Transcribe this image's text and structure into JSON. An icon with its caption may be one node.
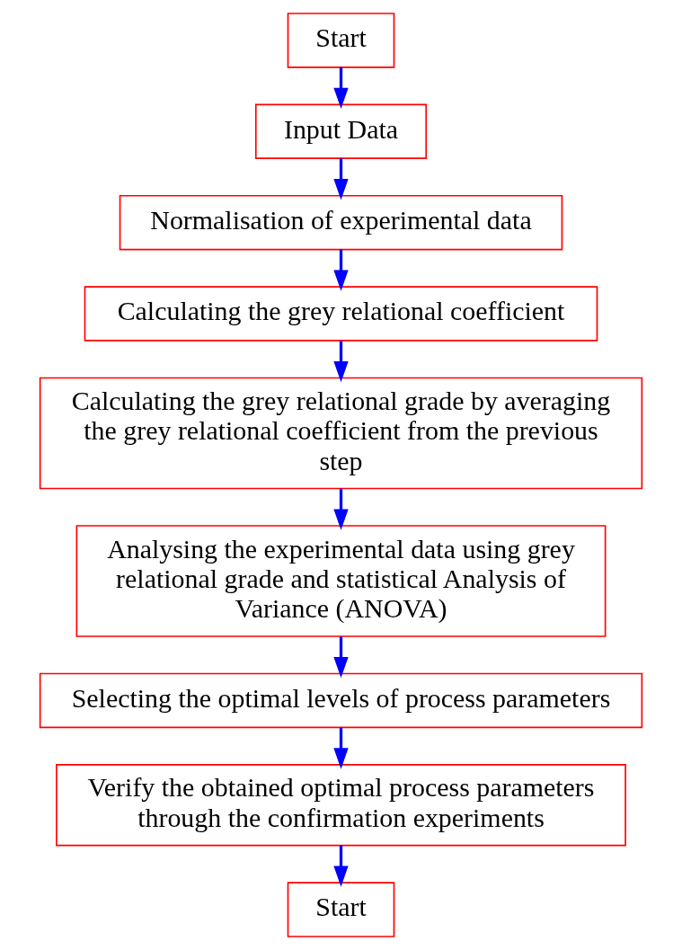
{
  "diagram": {
    "nodes": [
      {
        "text": [
          "Start"
        ]
      },
      {
        "text": [
          "Input Data"
        ]
      },
      {
        "text": [
          "Normalisation of experimental data"
        ]
      },
      {
        "text": [
          "Calculating the grey relational coefficient"
        ]
      },
      {
        "text": [
          "Calculating the grey relational grade by averaging the grey relational coefficient from the previous step"
        ]
      },
      {
        "text": [
          "Analysing the experimental data using grey relational grade and statistical Analysis of Variance (ANOVA)"
        ]
      },
      {
        "text": [
          "Selecting the optimal levels of process parameters"
        ]
      },
      {
        "text": [
          "Verify the obtained optimal process parameters through the confirmation experiments"
        ]
      },
      {
        "text": [
          "Start"
        ]
      }
    ],
    "edges": [
      {
        "from": 0,
        "to": 1,
        "arrow": "to"
      },
      {
        "from": 1,
        "to": 2,
        "arrow": "to"
      },
      {
        "from": 2,
        "to": 3,
        "arrow": "to"
      },
      {
        "from": 3,
        "to": 4,
        "arrow": "to"
      },
      {
        "from": 4,
        "to": 5,
        "arrow": "to"
      },
      {
        "from": 5,
        "to": 6,
        "arrow": "to"
      },
      {
        "from": 6,
        "to": 7,
        "arrow": "to"
      },
      {
        "from": 7,
        "to": 8,
        "arrow": "to"
      }
    ]
  }
}
